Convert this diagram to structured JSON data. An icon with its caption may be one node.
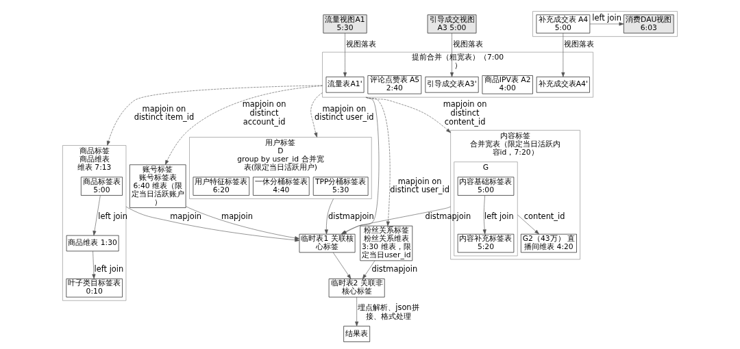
{
  "diagram": {
    "nodes": [
      {
        "text": [
          "流量视图A1 5:30"
        ]
      },
      {
        "text": [
          "引导成交视图 A3 5:00"
        ]
      },
      {
        "text": [
          "提前合并（粗宽表）（7:00）"
        ]
      },
      {
        "text": [
          "流量表A1'"
        ],
        "in": 2
      },
      {
        "text": [
          "商品IPV表 A2 4:00"
        ],
        "in": 2
      },
      {
        "text": [
          "引导成交表A3'"
        ],
        "in": 2
      },
      {
        "text": [
          "评论点赞表 A5 2:40"
        ],
        "in": 2
      },
      {
        "text": [
          "补充成交表A4'"
        ],
        "in": 2
      },
      {
        "text": [],
        "shape": "box"
      },
      {
        "text": [
          "补充成交表 A4 5:00"
        ],
        "in": 8
      },
      {
        "text": [
          "消费DAU视图 6:03"
        ],
        "in": 8
      },
      {
        "text": [
          "商品标签",
          "商品维表",
          "维表 7:13"
        ]
      },
      {
        "text": [
          "商品标签表 5:00"
        ],
        "in": 11
      },
      {
        "text": [
          "商品维表 1:30"
        ],
        "in": 11
      },
      {
        "text": [
          "叶子类目标签表 0:10"
        ],
        "in": 11
      },
      {
        "text": [
          "账号标签",
          "账号标签表 6:40 维表（限定当日活跃账户）"
        ]
      },
      {
        "text": [
          "粉丝关系标签",
          "粉丝关系维表 3:30 维表，限定当日user_id"
        ]
      },
      {
        "text": [
          "临时表1 关联核心标签"
        ]
      },
      {
        "text": [
          "临时表2 关联非核心标签"
        ]
      },
      {
        "text": [
          "结果表"
        ]
      },
      {
        "text": [
          "用户标签",
          "D",
          "group by user_id 合并宽表(限定当日活跃用户)"
        ]
      },
      {
        "text": [
          "TPP分桶标签表 5:30"
        ],
        "in": 20
      },
      {
        "text": [
          "一休分桶标签表 4:40"
        ],
        "in": 20
      },
      {
        "text": [
          "用户特征标签表 6:20"
        ],
        "in": 20
      },
      {
        "text": [
          "内容标签",
          "合并宽表（限定当日活跃内容id，7:20）"
        ]
      },
      {
        "text": [
          "G"
        ],
        "in": 24
      },
      {
        "text": [
          "内容基础标签表 5:00"
        ],
        "in": 25
      },
      {
        "text": [
          "内容补充标签表 5:20"
        ],
        "in": 25
      },
      {
        "text": [
          "G2（43万） 直播间维表 4:20"
        ],
        "in": 24
      }
    ],
    "edges": [
      {
        "from": 0,
        "to": 3,
        "arrow": "to",
        "label": "视图落表"
      },
      {
        "from": 1,
        "to": 5,
        "arrow": "to",
        "label": "视图落表"
      },
      {
        "from": 9,
        "to": 7,
        "arrow": "to",
        "label": "视图落表"
      },
      {
        "from": 9,
        "to": 10,
        "arrow": "to",
        "label": "left join"
      },
      {
        "from": 12,
        "to": 13,
        "arrow": "to",
        "label": "left join"
      },
      {
        "from": 13,
        "to": 14,
        "arrow": "to",
        "label": "left join"
      },
      {
        "from": 26,
        "to": 27,
        "arrow": "to",
        "label": "left join"
      },
      {
        "from": 25,
        "to": 28,
        "arrow": "to",
        "label": "content_id"
      },
      {
        "from": 2,
        "to": 11,
        "arrow": "to",
        "label": "mapjoin on distinct item_id",
        "style": "dashed"
      },
      {
        "from": 2,
        "to": 15,
        "arrow": "to",
        "label": "mapjoin on distinct account_id",
        "style": "dashed"
      },
      {
        "from": 2,
        "to": 16,
        "arrow": "to",
        "label": "mapjoin on distinct user_id",
        "style": "dashed"
      },
      {
        "from": 2,
        "to": 20,
        "arrow": "to",
        "label": "mapjoin on distinct user_id",
        "style": "dashed"
      },
      {
        "from": 2,
        "to": 24,
        "arrow": "to",
        "label": "mapjoin on distinct content_id",
        "style": "dashed"
      },
      {
        "from": 2,
        "to": 17,
        "arrow": "to"
      },
      {
        "from": 11,
        "to": 17,
        "arrow": "to",
        "label": "mapjoin"
      },
      {
        "from": 15,
        "to": 17,
        "arrow": "to",
        "label": "mapjoin"
      },
      {
        "from": 20,
        "to": 17,
        "arrow": "to",
        "label": "distmapjoin"
      },
      {
        "from": 24,
        "to": 17,
        "arrow": "to",
        "label": "distmapjoin"
      },
      {
        "from": 17,
        "to": 18,
        "arrow": "to"
      },
      {
        "from": 16,
        "to": 18,
        "arrow": "to",
        "label": "distmapjoin"
      },
      {
        "from": 18,
        "to": 19,
        "arrow": "to",
        "label": "埋点解析、json拼接、格式处理"
      }
    ]
  }
}
